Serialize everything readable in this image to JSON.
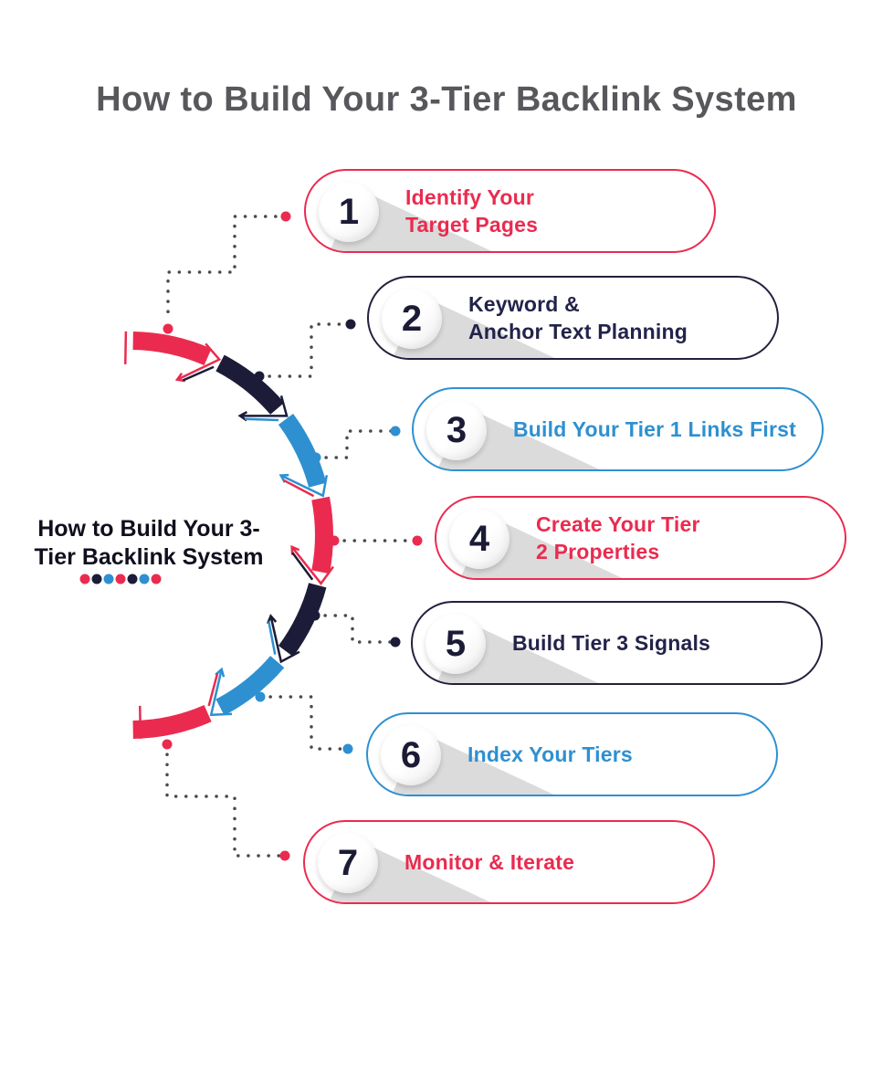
{
  "title": "How to Build Your 3-Tier Backlink System",
  "center": {
    "label_line1": "How to Build Your 3-",
    "label_line2": "Tier Backlink System"
  },
  "steps": [
    {
      "number": "1",
      "label_line1": "Identify Your",
      "label_line2": "Target Pages",
      "color": "#ea2b4f"
    },
    {
      "number": "2",
      "label_line1": "Keyword &",
      "label_line2": "Anchor Text Planning",
      "color": "#21213f"
    },
    {
      "number": "3",
      "label_line1": "Build Your Tier 1 Links First",
      "label_line2": "",
      "color": "#2e90d1"
    },
    {
      "number": "4",
      "label_line1": "Create Your Tier",
      "label_line2": "2 Properties",
      "color": "#ea2b4f"
    },
    {
      "number": "5",
      "label_line1": "Build Tier 3 Signals",
      "label_line2": "",
      "color": "#21213f"
    },
    {
      "number": "6",
      "label_line1": "Index Your Tiers",
      "label_line2": "",
      "color": "#2e90d1"
    },
    {
      "number": "7",
      "label_line1": "Monitor & Iterate",
      "label_line2": "",
      "color": "#ea2b4f"
    }
  ],
  "colors": {
    "red": "#ea2b4f",
    "navy": "#1c1c39",
    "blue": "#2e90d1",
    "badge_number": "#1b1b36",
    "wedge_shadow": "#dbdbdb",
    "dotted_line": "#4a4a4a",
    "title_text": "#58585c",
    "center_text": "#0f0f1e"
  },
  "progress_dot_colors": [
    "#ea2b4f",
    "#1c1c39",
    "#2e90d1",
    "#ea2b4f",
    "#1c1c39",
    "#2e90d1",
    "#ea2b4f"
  ]
}
